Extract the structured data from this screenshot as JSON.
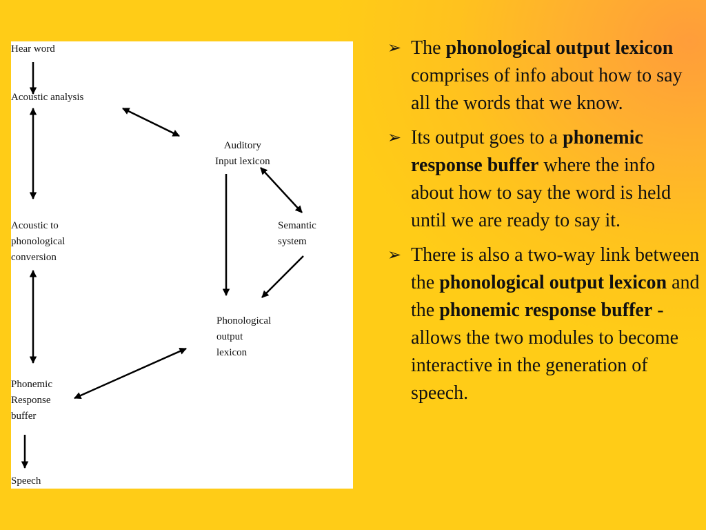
{
  "diagram": {
    "nodes": [
      {
        "id": "hear-word",
        "text": "Hear word"
      },
      {
        "id": "acoustic-analysis",
        "text": "Acoustic analysis"
      },
      {
        "id": "auditory-input-lexicon",
        "text": "Auditory\nInput lexicon"
      },
      {
        "id": "semantic-system",
        "text": "Semantic\nsystem"
      },
      {
        "id": "acoustic-to-phonological",
        "text": "Acoustic to\nphonological\nconversion"
      },
      {
        "id": "phonological-output-lexicon",
        "text": "Phonological\noutput\nlexicon"
      },
      {
        "id": "phonemic-response-buffer",
        "text": "Phonemic\nResponse\nbuffer"
      },
      {
        "id": "speech",
        "text": "Speech"
      }
    ],
    "edges": [
      {
        "from": "hear-word",
        "to": "acoustic-analysis",
        "direction": "one-way"
      },
      {
        "from": "acoustic-analysis",
        "to": "acoustic-to-phonological",
        "direction": "two-way"
      },
      {
        "from": "acoustic-analysis",
        "to": "auditory-input-lexicon",
        "direction": "two-way"
      },
      {
        "from": "auditory-input-lexicon",
        "to": "semantic-system",
        "direction": "two-way"
      },
      {
        "from": "auditory-input-lexicon",
        "to": "phonological-output-lexicon",
        "direction": "one-way"
      },
      {
        "from": "semantic-system",
        "to": "phonological-output-lexicon",
        "direction": "one-way"
      },
      {
        "from": "acoustic-to-phonological",
        "to": "phonemic-response-buffer",
        "direction": "two-way"
      },
      {
        "from": "phonemic-response-buffer",
        "to": "phonological-output-lexicon",
        "direction": "two-way"
      },
      {
        "from": "phonemic-response-buffer",
        "to": "speech",
        "direction": "one-way"
      }
    ]
  },
  "bullets": [
    {
      "marker": "➢",
      "segments": [
        {
          "text": "The ",
          "bold": false
        },
        {
          "text": "phonological output lexicon",
          "bold": true
        },
        {
          "text": " comprises of info about how to say all the words that we know.",
          "bold": false
        }
      ]
    },
    {
      "marker": "➢",
      "segments": [
        {
          "text": "Its output goes to a ",
          "bold": false
        },
        {
          "text": "phonemic response buffer",
          "bold": true
        },
        {
          "text": " where the info about how to say the word is held until we are ready to say it.",
          "bold": false
        }
      ]
    },
    {
      "marker": "➢",
      "segments": [
        {
          "text": "There is also a two-way link between the ",
          "bold": false
        },
        {
          "text": "phonological output lexicon",
          "bold": true
        },
        {
          "text": " and the ",
          "bold": false
        },
        {
          "text": "phonemic response buffer",
          "bold": true
        },
        {
          "text": " - allows the two modules to become interactive in the generation of speech.",
          "bold": false
        }
      ]
    }
  ]
}
